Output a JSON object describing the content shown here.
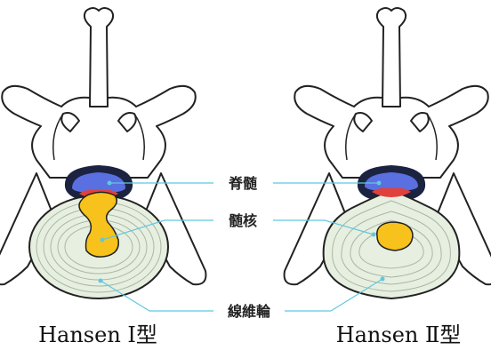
{
  "labels": {
    "spinal_cord": "脊髄",
    "nucleus": "髄核",
    "annulus": "線維輪"
  },
  "captions": {
    "left": "Hansen Ⅰ型",
    "right": "Hansen Ⅱ型"
  },
  "colors": {
    "bone_fill": "#ffffff",
    "outline": "#222222",
    "disc": "#e7efe0",
    "disc_rings": "#aab7a4",
    "nucleus": "#f6c21b",
    "cord_blue": "#5a6fe0",
    "cord_red": "#e0413c",
    "cord_dark": "#1c2340",
    "leader": "#5ec8e0"
  }
}
